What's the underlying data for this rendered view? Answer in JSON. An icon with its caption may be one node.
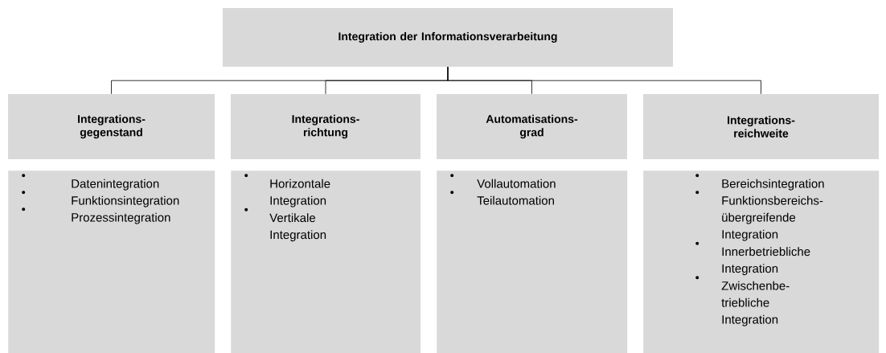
{
  "diagram": {
    "nodes": [
      {
        "text": [
          "Integration der Informationsverarbeitung"
        ]
      },
      {
        "text": [
          "Integrations-gegenstand"
        ]
      },
      {
        "text": [
          "Integrations-richtung"
        ]
      },
      {
        "text": [
          "Automatisations-grad"
        ]
      },
      {
        "text": [
          "Integrations-reichweite"
        ]
      },
      {
        "text": [
          "Datenintegration",
          "Funktionsintegration",
          "Prozessintegration"
        ]
      },
      {
        "text": [
          "Horizontale Integration",
          "Vertikale Integration"
        ]
      },
      {
        "text": [
          "Vollautomation",
          "Teilautomation"
        ]
      },
      {
        "text": [
          "Bereichsintegration",
          "Funktionsbereichs-übergreifende Integration",
          "Innerbetriebliche Integration",
          "Zwischenbe-triebliche Integration"
        ]
      }
    ],
    "edges": [
      {
        "from": 0,
        "to": 1,
        "arrow": "none"
      },
      {
        "from": 0,
        "to": 2,
        "arrow": "none"
      },
      {
        "from": 0,
        "to": 3,
        "arrow": "none"
      },
      {
        "from": 0,
        "to": 4,
        "arrow": "none"
      }
    ]
  }
}
